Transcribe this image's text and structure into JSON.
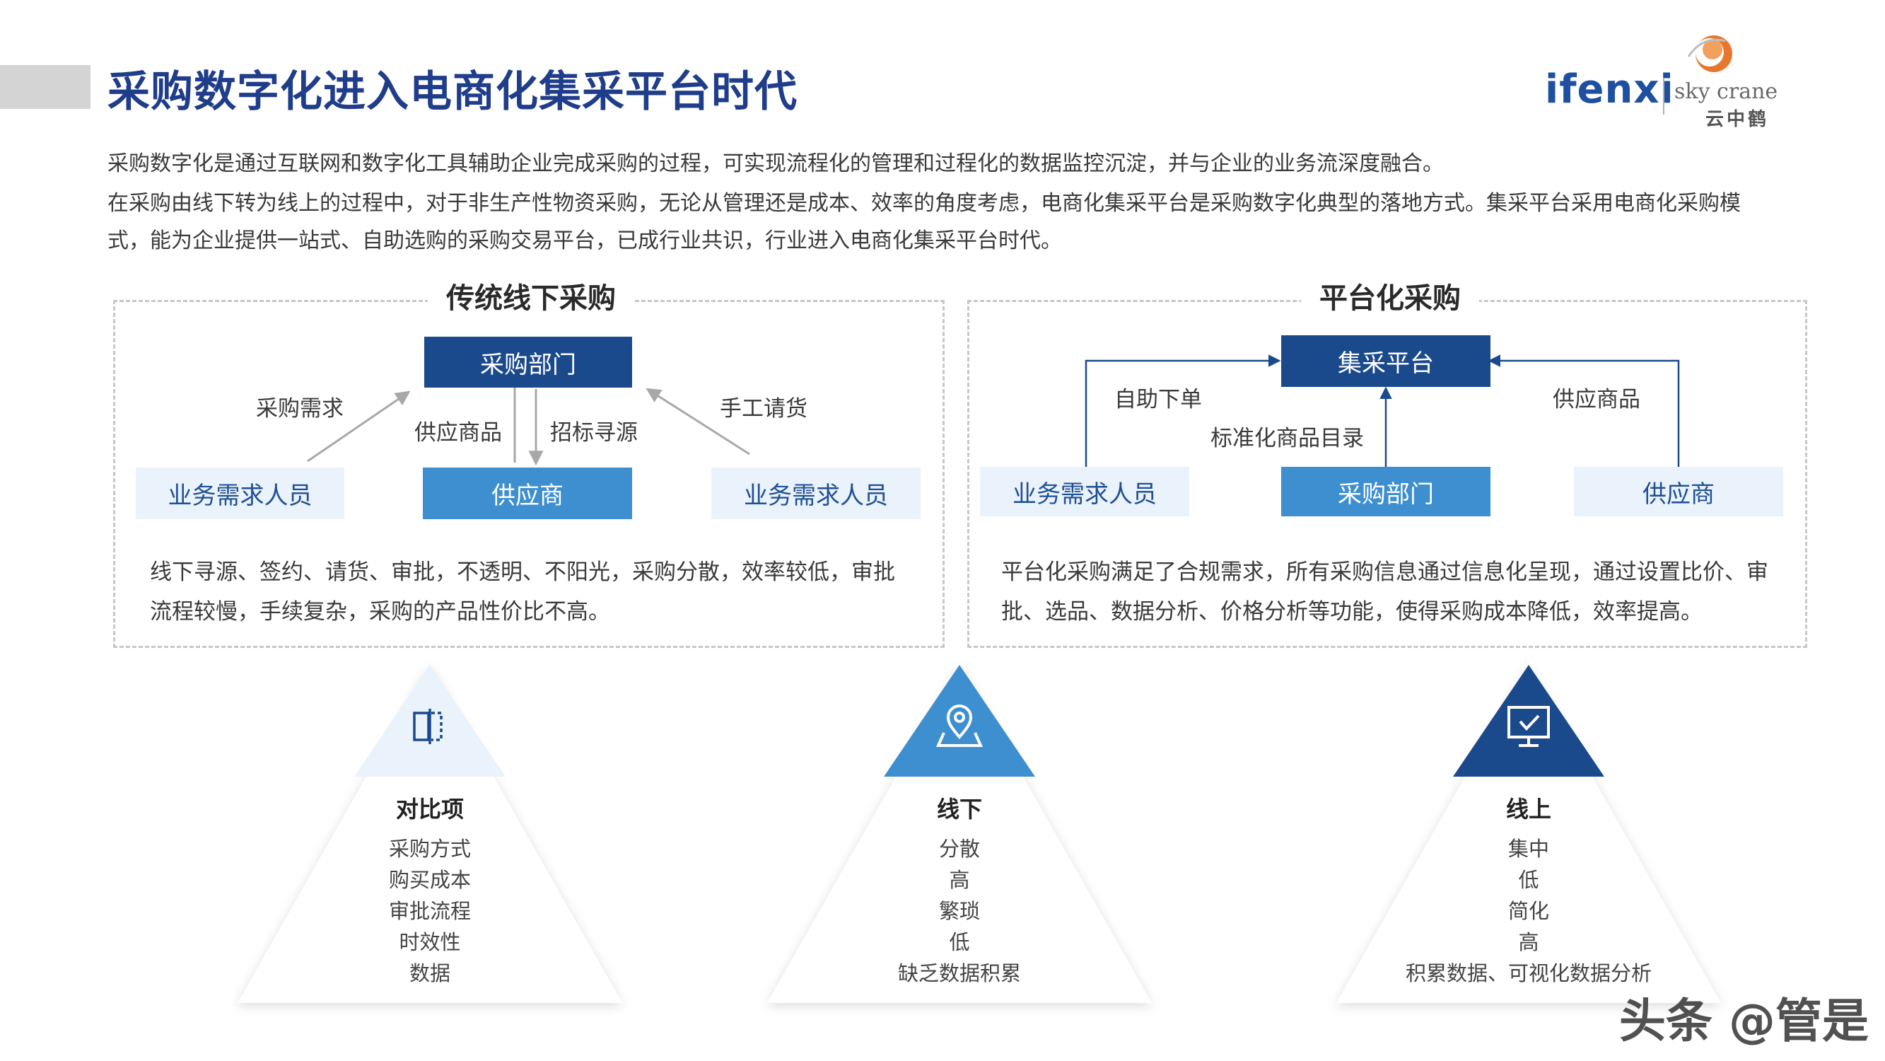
{
  "header": {
    "title": "采购数字化进入电商化集采平台时代",
    "logo_ifenxi": "ifenxi",
    "logo_skycrane": "sky crane",
    "logo_skycrane_cn": "云中鹤"
  },
  "intro": {
    "line1": "采购数字化是通过互联网和数字化工具辅助企业完成采购的过程，可实现流程化的管理和过程化的数据监控沉淀，并与企业的业务流深度融合。",
    "line2": "在采购由线下转为线上的过程中，对于非生产性物资采购，无论从管理还是成本、效率的角度考虑，电商化集采平台是采购数字化典型的落地方式。集采平台采用电商化采购模",
    "line3": "式，能为企业提供一站式、自助选购的采购交易平台，已成行业共识，行业进入电商化集采平台时代。"
  },
  "panel_left": {
    "title": "传统线下采购",
    "top_box": "采购部门",
    "left_box": "业务需求人员",
    "center_box": "供应商",
    "right_box": "业务需求人员",
    "label_left": "采购需求",
    "label_center_left": "供应商品",
    "label_center_right": "招标寻源",
    "label_right": "手工请货",
    "desc_line1": "线下寻源、签约、请货、审批，不透明、不阳光，采购分散，效率较低，审批",
    "desc_line2": "流程较慢，手续复杂，采购的产品性价比不高。"
  },
  "panel_right": {
    "title": "平台化采购",
    "top_box": "集采平台",
    "left_box": "业务需求人员",
    "center_box": "采购部门",
    "right_box": "供应商",
    "label_left": "自助下单",
    "label_center": "标准化商品目录",
    "label_right": "供应商品",
    "desc_line1": "平台化采购满足了合规需求，所有采购信息通过信息化呈现，通过设置比价、审",
    "desc_line2": "批、选品、数据分析、价格分析等功能，使得采购成本降低，效率提高。"
  },
  "comparison": {
    "item": {
      "title": "对比项",
      "rows": [
        "采购方式",
        "购买成本",
        "审批流程",
        "时效性",
        "数据"
      ],
      "icon": "compare-icon",
      "color": "#eaf2fb"
    },
    "offline": {
      "title": "线下",
      "rows": [
        "分散",
        "高",
        "繁琐",
        "低",
        "缺乏数据积累"
      ],
      "icon": "location-pin-icon",
      "color": "#3e8fd0"
    },
    "online": {
      "title": "线上",
      "rows": [
        "集中",
        "低",
        "简化",
        "高",
        "积累数据、可视化数据分析"
      ],
      "icon": "monitor-check-icon",
      "color": "#1b4a8c"
    }
  },
  "watermark": "头条 @管是",
  "colors": {
    "title": "#1f3d8a",
    "dark_blue": "#1b4a8c",
    "mid_blue": "#3e8fd0",
    "light_blue": "#eaf2fb"
  }
}
